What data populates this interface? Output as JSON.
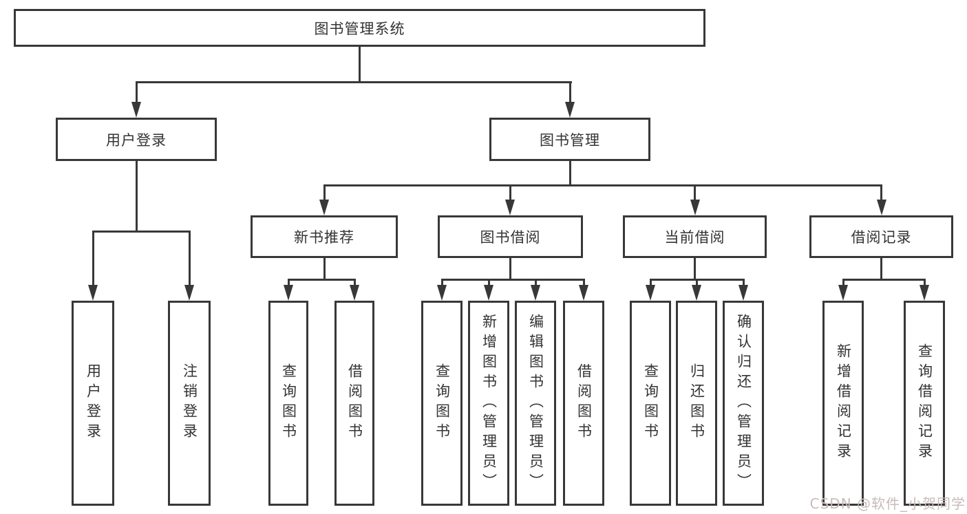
{
  "nodes": {
    "root": "图书管理系统",
    "level2": {
      "user_login": "用户登录",
      "book_mgmt": "图书管理"
    },
    "level3": {
      "new_books": "新书推荐",
      "book_borrow": "图书借阅",
      "current_borrow": "当前借阅",
      "borrow_records": "借阅记录"
    },
    "leaves_user_login": [
      "用户登录",
      "注销登录"
    ],
    "leaves_new_books": [
      "查询图书",
      "借阅图书"
    ],
    "leaves_book_borrow": [
      "查询图书",
      "新增图书（管理员）",
      "编辑图书（管理员）",
      "借阅图书"
    ],
    "leaves_current_borrow": [
      "查询图书",
      "归还图书",
      "确认归还（管理员）"
    ],
    "leaves_borrow_records": [
      "新增借阅记录",
      "查询借阅记录"
    ]
  },
  "watermark": {
    "text": "CSDN @软件_小贺同学"
  },
  "colors": {
    "line": "#383838",
    "text": "#333333",
    "background": "#ffffff",
    "watermark": "#c9baba"
  }
}
